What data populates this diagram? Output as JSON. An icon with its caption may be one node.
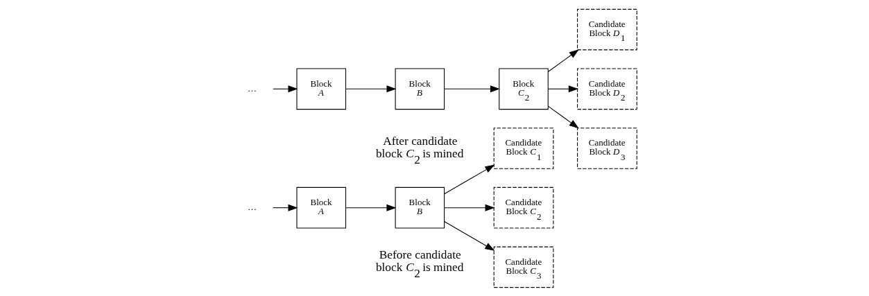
{
  "diagram": {
    "nodes": [
      {
        "text": [
          "…"
        ]
      },
      {
        "text": [
          "Block *A*"
        ]
      },
      {
        "text": [
          "Block *B*"
        ]
      },
      {
        "text": [
          "Candidate Block *C*$_{1}$"
        ]
      },
      {
        "text": [
          "Candidate Block *C*$_{2}$"
        ]
      },
      {
        "text": [
          "Candidate Block *C*$_{3}$"
        ]
      },
      {
        "text": [
          "…"
        ]
      },
      {
        "text": [
          "Block *A*"
        ]
      },
      {
        "text": [
          "Block *B*"
        ]
      },
      {
        "text": [
          "Block *C*$_{2}$"
        ]
      },
      {
        "text": [
          "Candidate Block *D*$_{1}$"
        ]
      },
      {
        "text": [
          "Candidate Block *D*$_{2}$"
        ]
      },
      {
        "text": [
          "Candidate Block *D*$_{3}$"
        ]
      }
    ],
    "edges": [
      {
        "from": 0,
        "to": 1,
        "arrow": "to"
      },
      {
        "from": 1,
        "to": 2,
        "arrow": "to"
      },
      {
        "from": 2,
        "to": 3,
        "arrow": "to"
      },
      {
        "from": 2,
        "to": 4,
        "arrow": "to"
      },
      {
        "from": 2,
        "to": 5,
        "arrow": "to"
      },
      {
        "from": 6,
        "to": 7,
        "arrow": "to"
      },
      {
        "from": 7,
        "to": 8,
        "arrow": "to"
      },
      {
        "from": 8,
        "to": 9,
        "arrow": "to"
      },
      {
        "from": 9,
        "to": 10,
        "arrow": "to"
      },
      {
        "from": 9,
        "to": 11,
        "arrow": "to"
      },
      {
        "from": 9,
        "to": 12,
        "arrow": "to"
      }
    ],
    "labels": [
      "Before candidate block *C*$_{2}$ is mined",
      "After candidate block *C*$_{2}$ is mined"
    ]
  }
}
